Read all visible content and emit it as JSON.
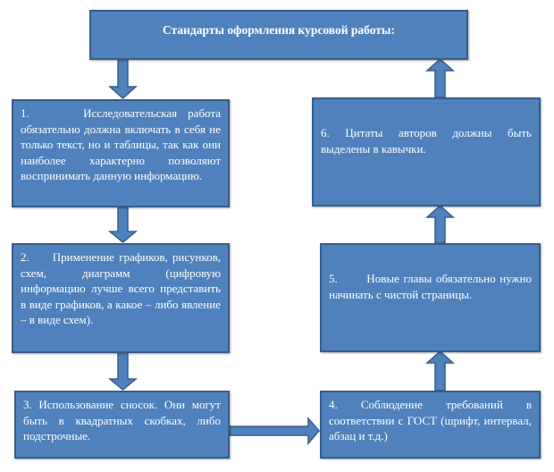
{
  "diagram": {
    "title": "Стандарты оформления курсовой работы:",
    "steps": [
      {
        "text": "1.     Исследовательская работа обязательно должна включать в себя не только текст, но и таблицы, так как они наиболее характерно позволяют воспринимать данную информацию."
      },
      {
        "text": "2.     Применение графиков, рисунков, схем, диаграмм (цифровую информацию лучше всего представить в виде графиков, а какое – либо явление – в виде схем)."
      },
      {
        "text": "3. Использование сносок. Они могут быть в квадратных скобках, либо подстрочные."
      },
      {
        "text": "4. Соблюдение требований в соответствии с ГОСТ (шрифт, интервал, абзац и т.д.)"
      },
      {
        "text": "5.       Новые главы обязательно нужно начинать с чистой страницы."
      },
      {
        "text": "6. Цитаты авторов должны быть выделены в кавычки."
      }
    ],
    "colors": {
      "fill": "#4F81BD",
      "border": "#385D8A",
      "text": "#FFFFFF"
    }
  }
}
